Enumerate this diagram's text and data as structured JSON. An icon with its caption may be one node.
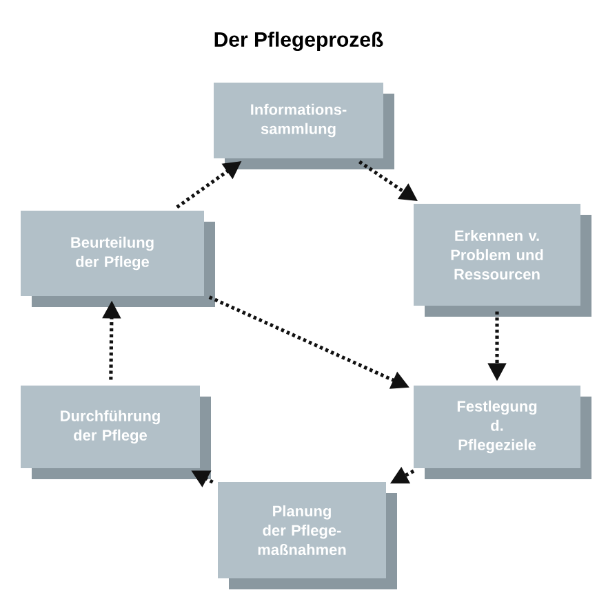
{
  "diagram": {
    "title": "Der Pflegeprozeß",
    "nodes": [
      {
        "text": [
          "Informations- sammlung"
        ]
      },
      {
        "text": [
          "Beurteilung der Pflege"
        ]
      },
      {
        "text": [
          "Erkennen v. Problem und Ressourcen"
        ]
      },
      {
        "text": [
          "Durchführung der Pflege"
        ]
      },
      {
        "text": [
          "Festlegung d. Pflegeziele"
        ]
      },
      {
        "text": [
          "Planung der Pflege- maßnahmen"
        ]
      }
    ],
    "edges": [
      {
        "from": 0,
        "to": 2,
        "arrow": "to"
      },
      {
        "from": 2,
        "to": 4,
        "arrow": "to"
      },
      {
        "from": 4,
        "to": 5,
        "arrow": "to"
      },
      {
        "from": 5,
        "to": 3,
        "arrow": "to"
      },
      {
        "from": 3,
        "to": 1,
        "arrow": "to"
      },
      {
        "from": 1,
        "to": 0,
        "arrow": "to"
      },
      {
        "from": 1,
        "to": 4,
        "arrow": "to"
      }
    ]
  }
}
